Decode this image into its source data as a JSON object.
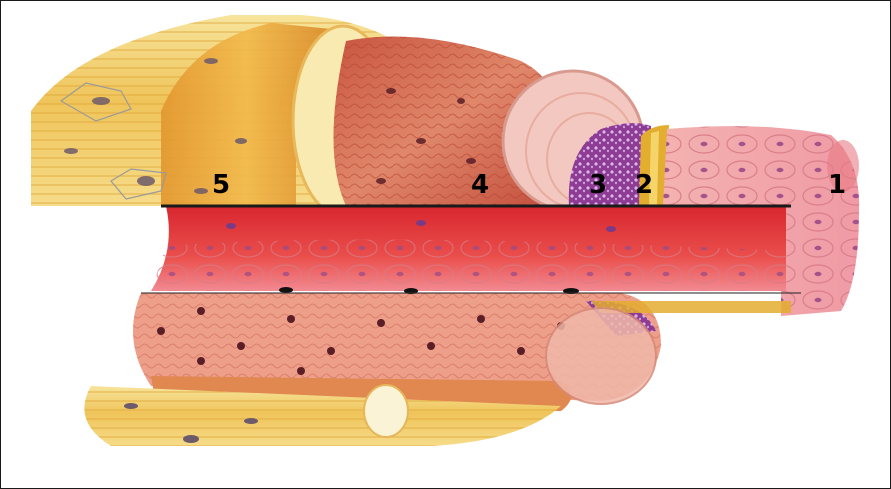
{
  "figure": {
    "labels": {
      "l1": "1",
      "l2": "2",
      "l3": "3",
      "l4": "4",
      "l5": "5"
    }
  },
  "colors": {
    "endothelium": "#f2a3a6",
    "internal_elastic_membrane": "#e3ad2f",
    "subendothelial_layer": "#8f3f95",
    "tunica_media": "#d5645a",
    "tunica_adventitia": "#e8b24a",
    "lumen": "#e3353a",
    "border": "#1a1a1a"
  }
}
